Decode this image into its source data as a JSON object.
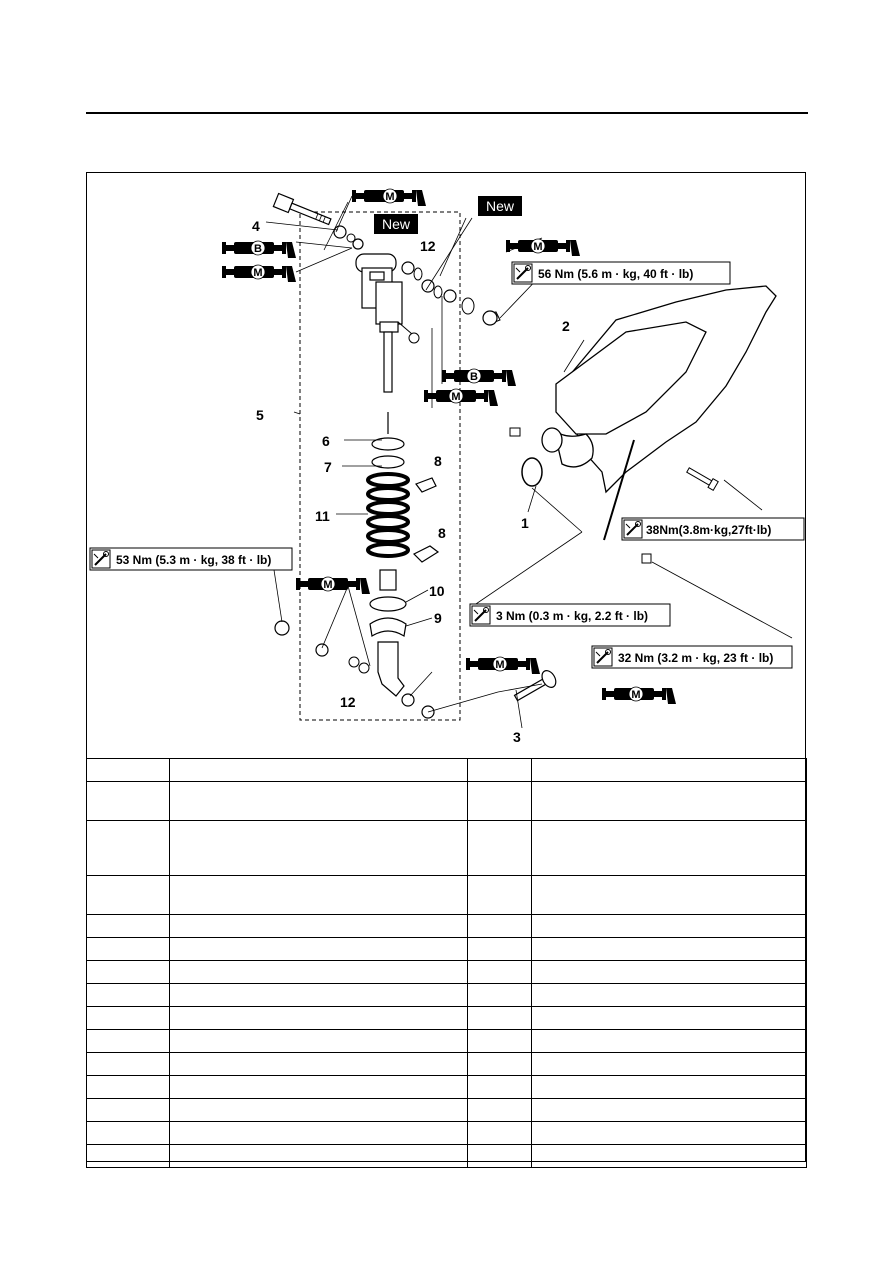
{
  "labels": {
    "callouts": {
      "n1": "1",
      "n2": "2",
      "n3": "3",
      "n4": "4",
      "n5": "5",
      "n6": "6",
      "n7": "7",
      "n8a": "8",
      "n8b": "8",
      "n9": "9",
      "n10": "10",
      "n11": "11",
      "n12a": "12",
      "n12b": "12"
    },
    "new_mark": "New",
    "lube_m": "M",
    "lube_b": "B"
  },
  "torques": {
    "t56": "56 Nm (5.6 m · kg, 40 ft · lb)",
    "t38": "38Nm(3.8m·kg,27ft·lb)",
    "t53": "53 Nm (5.3 m · kg, 38 ft · lb)",
    "t3": "3 Nm (0.3 m · kg, 2.2 ft · lb)",
    "t32": "32 Nm (3.2 m · kg, 23 ft · lb)"
  },
  "table": {
    "rows": [
      [
        "",
        "",
        "",
        ""
      ],
      [
        "",
        "",
        "",
        ""
      ],
      [
        "",
        "",
        "",
        ""
      ],
      [
        "",
        "",
        "",
        ""
      ],
      [
        "",
        "",
        "",
        ""
      ],
      [
        "",
        "",
        "",
        ""
      ],
      [
        "",
        "",
        "",
        ""
      ],
      [
        "",
        "",
        "",
        ""
      ],
      [
        "",
        "",
        "",
        ""
      ],
      [
        "",
        "",
        "",
        ""
      ],
      [
        "",
        "",
        "",
        ""
      ],
      [
        "",
        "",
        "",
        ""
      ],
      [
        "",
        "",
        "",
        ""
      ],
      [
        "",
        "",
        "",
        ""
      ],
      [
        "",
        "",
        "",
        ""
      ],
      [
        "",
        "",
        "",
        ""
      ]
    ]
  }
}
